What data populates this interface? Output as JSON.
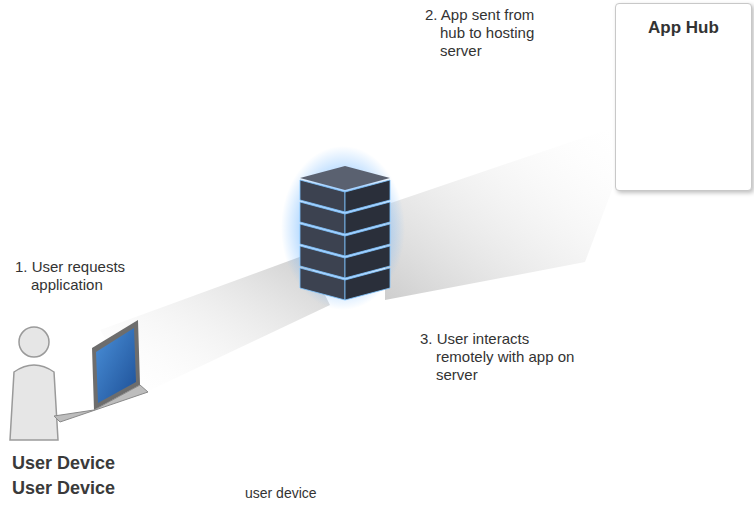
{
  "diagram": {
    "nodes": [
      {
        "text": [
          "App Hub"
        ]
      }
    ],
    "labels": [
      "1. User requests application",
      "2. App sent from hub to hosting server",
      "3. User interacts remotely with app on server",
      "User Device",
      "User Device",
      "user device"
    ]
  }
}
